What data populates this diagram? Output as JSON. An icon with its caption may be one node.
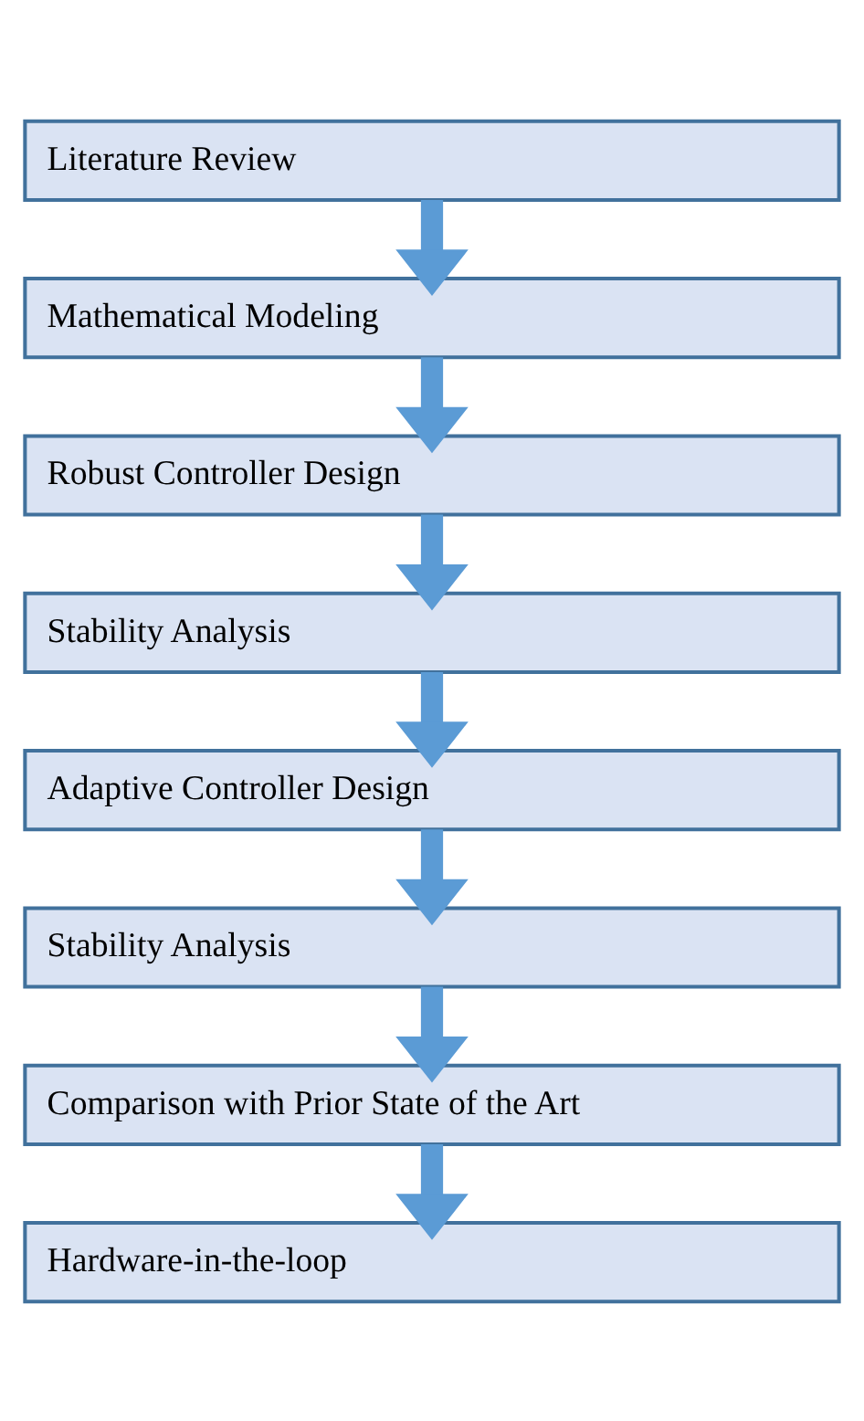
{
  "diagram": {
    "nodes": [
      {
        "text": [
          "Literature Review"
        ]
      },
      {
        "text": [
          "Mathematical Modeling"
        ]
      },
      {
        "text": [
          "Robust Controller Design"
        ]
      },
      {
        "text": [
          "Stability Analysis"
        ]
      },
      {
        "text": [
          "Adaptive Controller Design"
        ]
      },
      {
        "text": [
          "Stability Analysis"
        ]
      },
      {
        "text": [
          "Comparison with Prior State of the Art"
        ]
      },
      {
        "text": [
          "Hardware-in-the-loop"
        ]
      }
    ],
    "edges": [
      {
        "from": 0,
        "to": 1,
        "arrow": "to"
      },
      {
        "from": 1,
        "to": 2,
        "arrow": "to"
      },
      {
        "from": 2,
        "to": 3,
        "arrow": "to"
      },
      {
        "from": 3,
        "to": 4,
        "arrow": "to"
      },
      {
        "from": 4,
        "to": 5,
        "arrow": "to"
      },
      {
        "from": 5,
        "to": 6,
        "arrow": "to"
      },
      {
        "from": 6,
        "to": 7,
        "arrow": "to"
      }
    ]
  }
}
